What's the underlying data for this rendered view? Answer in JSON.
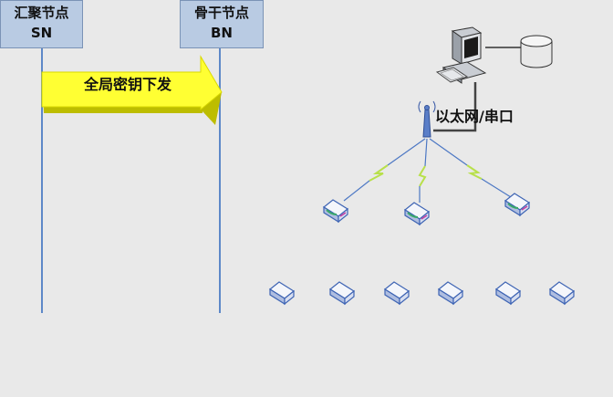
{
  "sink_node": {
    "line1": "汇聚节点",
    "line2": "SN"
  },
  "backbone_node": {
    "line1": "骨干节点",
    "line2": "BN"
  },
  "message": {
    "label": "全局密钥下发"
  },
  "network": {
    "label": "以太网/串口"
  },
  "colors": {
    "node_fill": "#b9cbe3",
    "lifeline": "#5d88c8",
    "arrow_fill": "#ffff33",
    "arrow_shadow": "#bdbd00",
    "background": "#e9e9e9"
  },
  "icons": [
    "pc-icon",
    "database-icon",
    "antenna-icon",
    "wireless-link-icon",
    "sensor-node-icon"
  ]
}
